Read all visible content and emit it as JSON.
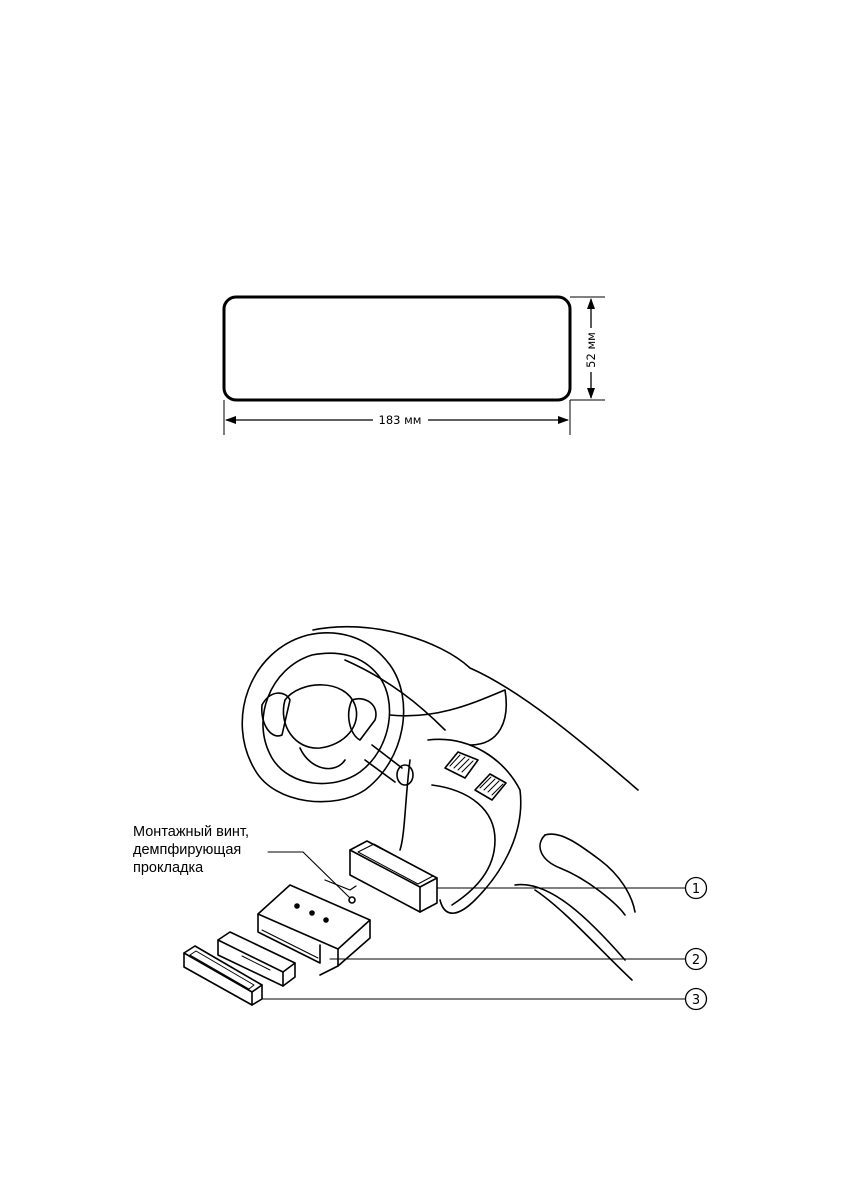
{
  "dimension_diagram": {
    "width_label": "183 мм",
    "height_label": "52 мм"
  },
  "installation_diagram": {
    "screw_label_lines": [
      "Монтажный винт,",
      "демпфирующая",
      "прокладка"
    ],
    "callouts": [
      "1",
      "2",
      "3"
    ]
  }
}
